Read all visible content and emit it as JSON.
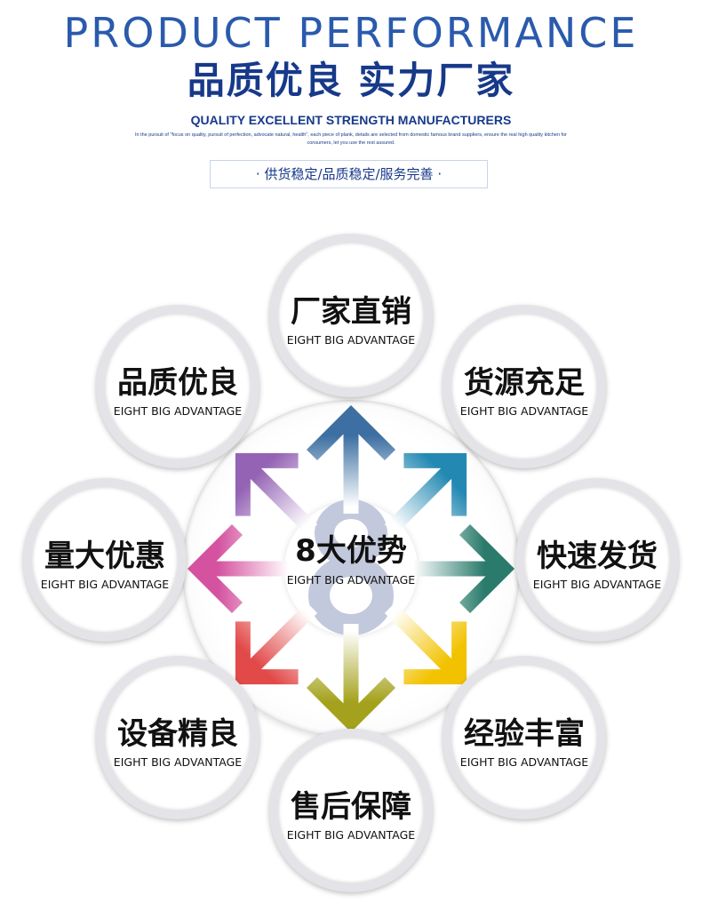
{
  "header": {
    "title_en": "PRODUCT PERFORMANCE",
    "title_cn": "品质优良 实力厂家",
    "subtitle_en": "QUALITY EXCELLENT STRENGTH MANUFACTURERS",
    "description": "In the pursuit of \"focus on quality, pursuit of perfection, advocate natural, health\", each piece of plank, details are selected from domestic famous brand suppliers, ensure the real high quality kitchen for consumers, let you use the rest assured.",
    "tagline": "· 供货稳定/品质稳定/服务完善 ·"
  },
  "center": {
    "number": "8",
    "title": "8大优势",
    "subtitle": "EIGHT BIG ADVANTAGE"
  },
  "advantages": [
    {
      "title": "厂家直销",
      "subtitle": "EIGHT BIG ADVANTAGE"
    },
    {
      "title": "货源充足",
      "subtitle": "EIGHT BIG ADVANTAGE"
    },
    {
      "title": "快速发货",
      "subtitle": "EIGHT BIG ADVANTAGE"
    },
    {
      "title": "经验丰富",
      "subtitle": "EIGHT BIG ADVANTAGE"
    },
    {
      "title": "售后保障",
      "subtitle": "EIGHT BIG ADVANTAGE"
    },
    {
      "title": "设备精良",
      "subtitle": "EIGHT BIG ADVANTAGE"
    },
    {
      "title": "量大优惠",
      "subtitle": "EIGHT BIG ADVANTAGE"
    },
    {
      "title": "品质优良",
      "subtitle": "EIGHT BIG ADVANTAGE"
    }
  ],
  "arrow_colors": [
    "#3d6fa2",
    "#2389b2",
    "#2a7b6c",
    "#f2c200",
    "#a4a21c",
    "#e24a4a",
    "#d4529f",
    "#9463b4"
  ]
}
